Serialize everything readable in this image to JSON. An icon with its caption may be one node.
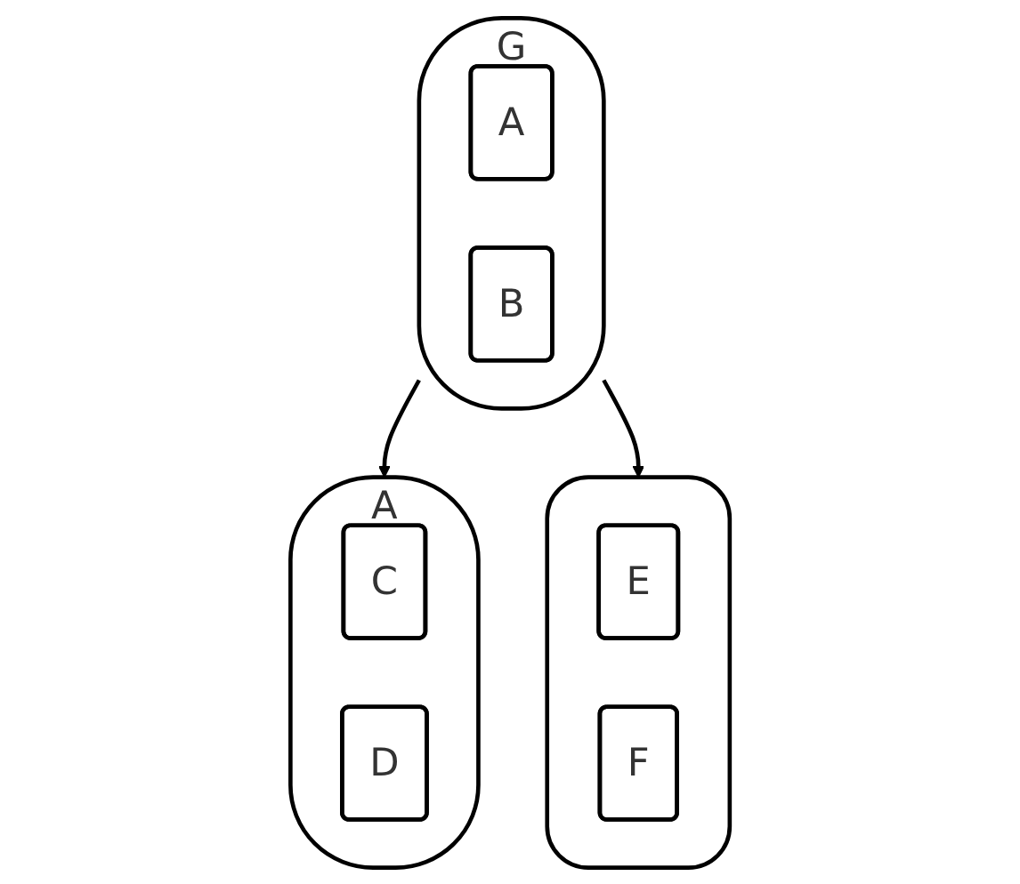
{
  "diagram": {
    "nodes": [
      {
        "text": [
          "G"
        ]
      },
      {
        "text": [
          "A"
        ],
        "in": 0
      },
      {
        "text": [
          "B"
        ],
        "in": 0
      },
      {
        "text": [
          "A"
        ]
      },
      {
        "text": [
          "C"
        ],
        "in": 3
      },
      {
        "text": [
          "D"
        ],
        "in": 3
      },
      {
        "text": [],
        "shape": "box"
      },
      {
        "text": [
          "E"
        ],
        "in": 6
      },
      {
        "text": [
          "F"
        ],
        "in": 6
      }
    ],
    "edges": [
      {
        "from": 0,
        "to": 3,
        "arrow": "to"
      },
      {
        "from": 0,
        "to": 6,
        "arrow": "to"
      }
    ]
  }
}
